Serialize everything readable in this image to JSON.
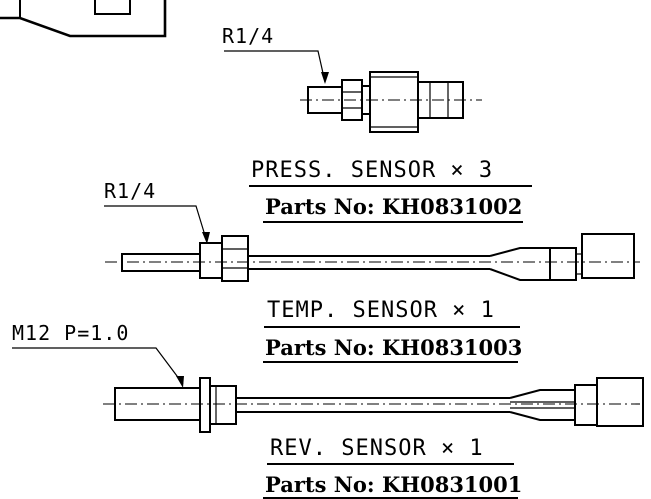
{
  "press_sensor": {
    "thread_label": "R1/4",
    "title": "PRESS. SENSOR × 3",
    "parts_no": "Parts No: KH0831002"
  },
  "temp_sensor": {
    "thread_label": "R1/4",
    "title": "TEMP. SENSOR × 1",
    "parts_no": "Parts No: KH0831003"
  },
  "rev_sensor": {
    "thread_label": "M12 P=1.0",
    "title": "REV. SENSOR × 1",
    "parts_no": "Parts No: KH0831001"
  }
}
